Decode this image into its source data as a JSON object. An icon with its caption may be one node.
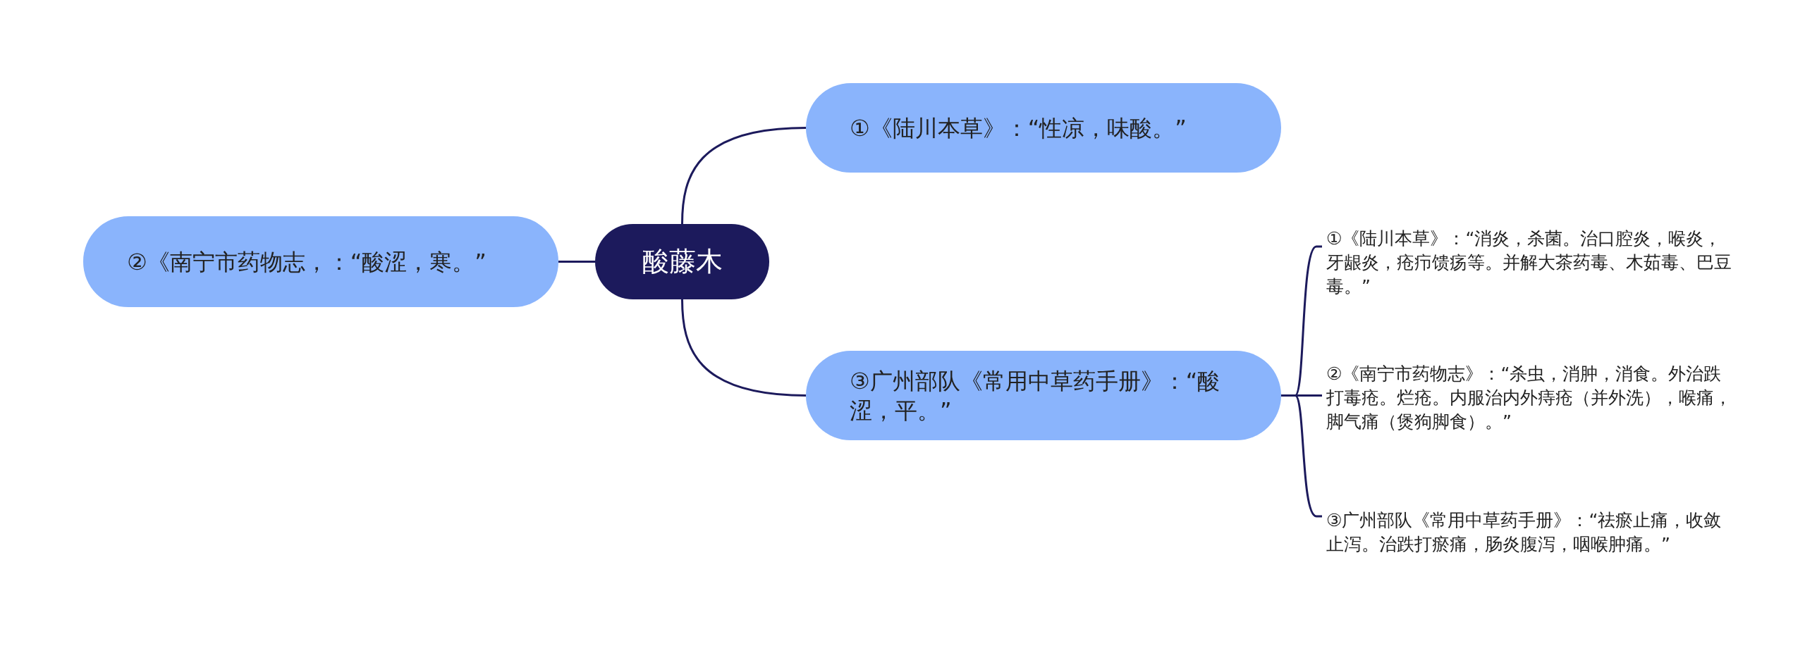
{
  "diagram": {
    "nodes": [
      {
        "text": [
          "酸藤木"
        ]
      },
      {
        "text": [
          "①《陆川本草》：“性凉，味酸。”"
        ]
      },
      {
        "text": [
          "②《南宁市药物志，：“酸涩，寒。”"
        ]
      },
      {
        "text": [
          "③广州部队《常用中草药手册》：“酸涩，平。”"
        ]
      },
      {
        "text": [
          "①《陆川本草》：“消炎，杀菌。治口腔炎，喉炎，牙龈炎，疮疖馈疡等。并解大茶药毒、木茹毒、巴豆毒。”"
        ]
      },
      {
        "text": [
          "②《南宁市药物志》：“杀虫，消肿，消食。外治跌打毒疮。烂疮。内服治内外痔疮（并外洗），喉痛，脚气痛（煲狗脚食）。”"
        ]
      },
      {
        "text": [
          "③广州部队《常用中草药手册》：“祛瘀止痛，收敛止泻。治跌打瘀痛，肠炎腹泻，咽喉肿痛。”"
        ]
      }
    ],
    "edges": [
      {
        "from": 0,
        "to": 1,
        "arrow": "none"
      },
      {
        "from": 0,
        "to": 2,
        "arrow": "none"
      },
      {
        "from": 0,
        "to": 3,
        "arrow": "none"
      },
      {
        "from": 3,
        "to": 4,
        "arrow": "none"
      },
      {
        "from": 3,
        "to": 5,
        "arrow": "none"
      },
      {
        "from": 3,
        "to": 6,
        "arrow": "none"
      }
    ]
  }
}
